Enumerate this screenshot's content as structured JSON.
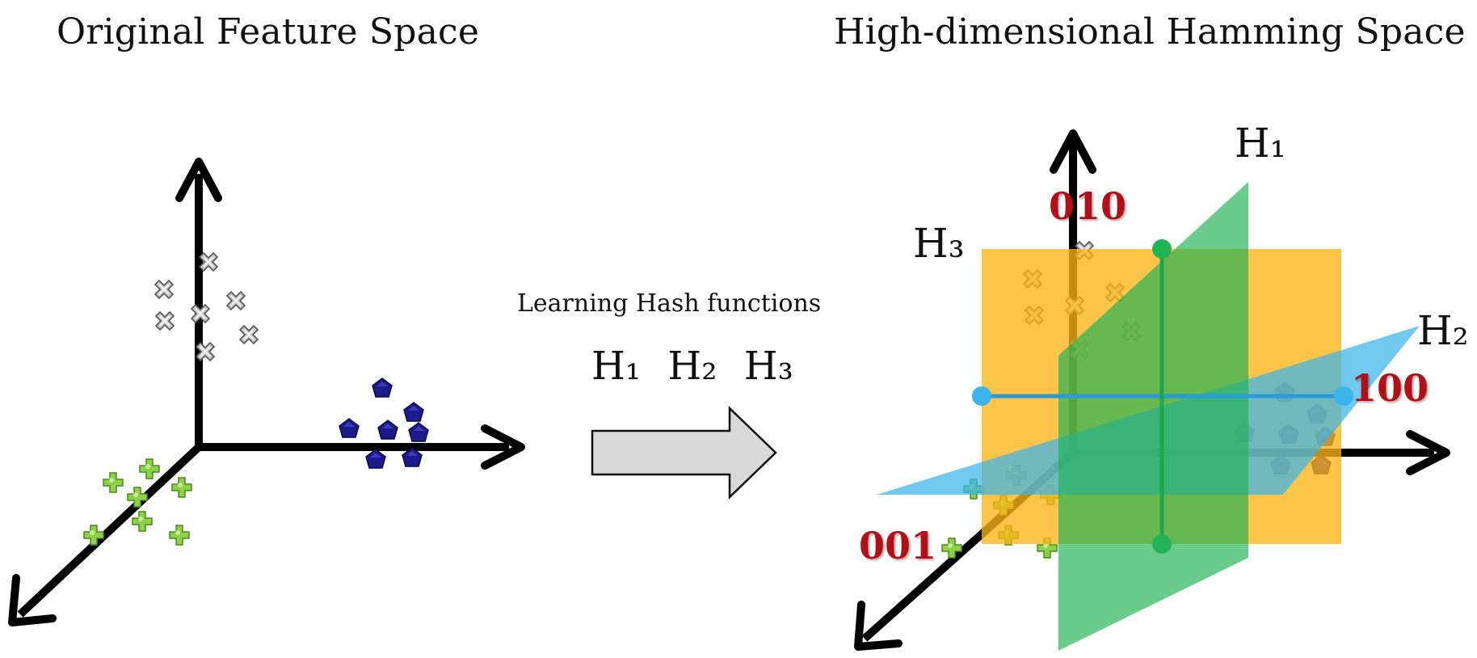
{
  "left_panel": {
    "title": "Original Feature Space"
  },
  "right_panel": {
    "title": "High-dimensional Hamming Space"
  },
  "middle": {
    "caption": "Learning Hash functions",
    "hash_functions": [
      "H₁",
      "H₂",
      "H₃"
    ]
  },
  "planes": {
    "h1_label": "H₁",
    "h2_label": "H₂",
    "h3_label": "H₃"
  },
  "codes": {
    "top": "010",
    "right": "100",
    "bottom_left": "001"
  },
  "colors": {
    "axis": "#000000",
    "cross_marker": "#c8c8c8",
    "pentagon_marker": "#1a1a8a",
    "plus_marker": "#8ed04a",
    "plane_h1": "#22b355",
    "plane_h2": "#3cb4ea",
    "plane_h3": "#fbb416",
    "code_text": "#b01018",
    "arrow_fill": "#d9d9d9"
  }
}
